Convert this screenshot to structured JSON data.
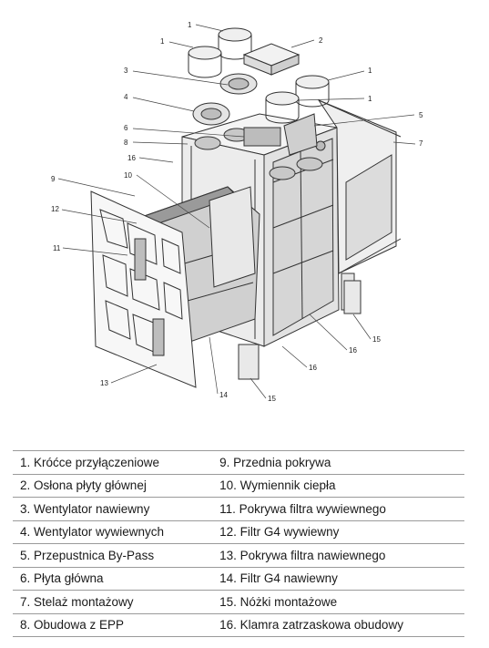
{
  "callouts": [
    "1",
    "1",
    "1",
    "1",
    "2",
    "3",
    "4",
    "5",
    "6",
    "7",
    "8",
    "9",
    "10",
    "11",
    "12",
    "13",
    "14",
    "15",
    "15",
    "16",
    "16",
    "16"
  ],
  "legend": {
    "rows": [
      [
        "1. Króćce przyłączeniowe",
        "9. Przednia pokrywa"
      ],
      [
        "2. Osłona płyty głównej",
        "10. Wymiennik ciepła"
      ],
      [
        "3. Wentylator nawiewny",
        "11. Pokrywa filtra wywiewnego"
      ],
      [
        "4. Wentylator wywiewnych",
        "12. Filtr G4 wywiewny"
      ],
      [
        "5. Przepustnica By-Pass",
        "13. Pokrywa filtra nawiewnego"
      ],
      [
        "6. Płyta główna",
        "14. Filtr G4 nawiewny"
      ],
      [
        "7. Stelaż montażowy",
        "15. Nóżki montażowe"
      ],
      [
        "8. Obudowa z EPP",
        "16. Klamra zatrzaskowa obudowy"
      ]
    ]
  }
}
